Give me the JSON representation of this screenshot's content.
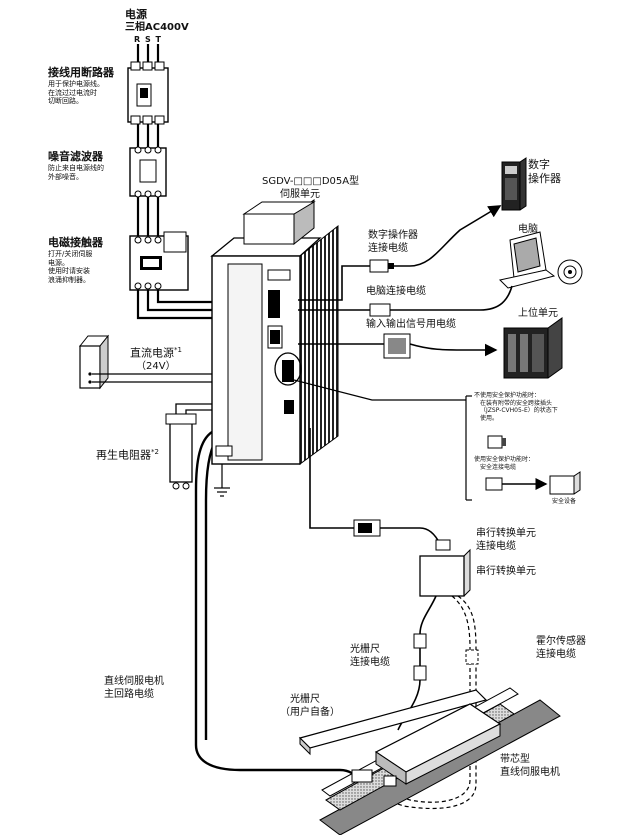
{
  "header": {
    "title_fragment": ""
  },
  "power": {
    "title": "电源",
    "spec": "三相AC400V",
    "phases": "R S T"
  },
  "breaker": {
    "title": "接线用断路器",
    "desc": [
      "用于保护电源线。",
      "在流过过电流时",
      "切断回路。"
    ]
  },
  "noise_filter": {
    "title": "噪音滤波器",
    "desc": [
      "防止来自电源线的",
      "外部噪音。"
    ]
  },
  "contactor": {
    "title": "电磁接触器",
    "desc": [
      "打开/关闭伺服",
      "电源。",
      "使用时请安装",
      "浪涌抑制器。"
    ]
  },
  "dc_power": {
    "title": "直流电源",
    "note": "*1",
    "voltage": "（24V）"
  },
  "regen_resistor": {
    "title": "再生电阻器",
    "note": "*2"
  },
  "servo": {
    "model": "SGDV-□□□D05A型",
    "name": "伺服单元"
  },
  "digital_operator": {
    "title": [
      "数字",
      "操作器"
    ]
  },
  "operator_cable": {
    "title": [
      "数字操作器",
      "连接电缆"
    ]
  },
  "pc": {
    "title": "电脑"
  },
  "pc_cable": {
    "title": "电脑连接电缆"
  },
  "io_cable": {
    "title": "输入输出信号用电缆"
  },
  "host": {
    "title": "上位单元"
  },
  "safety": {
    "line1": "不使用安全保护功能时：",
    "line2": "在装有附带的安全跨接插头",
    "line3": "（JZSP-CVH05-E）的状态下",
    "line4": "使用。",
    "line5": "使用安全保护功能时：",
    "line6": "安全连接电缆",
    "device": "安全设备"
  },
  "serial_unit": {
    "cable": [
      "串行转换单元",
      "连接电缆"
    ],
    "unit": "串行转换单元"
  },
  "hall": {
    "title": [
      "霍尔传感器",
      "连接电缆"
    ]
  },
  "scale_cable": {
    "title": [
      "光栅尺",
      "连接电缆"
    ]
  },
  "scale": {
    "title": "光栅尺",
    "note": "（用户自备）"
  },
  "motor_cable": {
    "title": [
      "直线伺服电机",
      "主回路电缆"
    ]
  },
  "motor": {
    "title": [
      "带芯型",
      "直线伺服电机"
    ]
  }
}
